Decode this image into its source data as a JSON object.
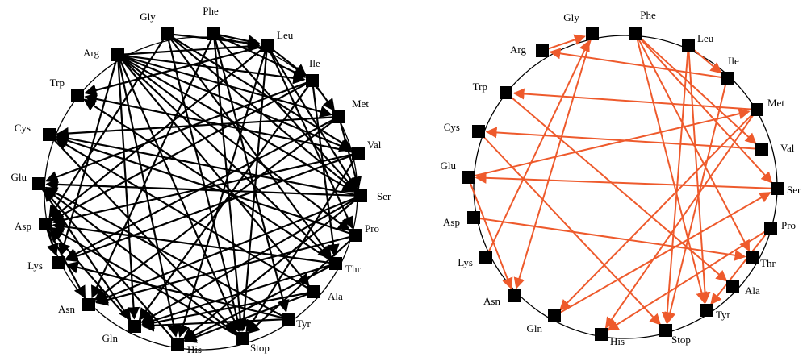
{
  "colors": {
    "left_edges": "#000000",
    "right_edges": "#ee5a2c",
    "nodes": "#000000",
    "background": "#ffffff"
  },
  "networks": [
    {
      "id": "left",
      "edge_color": "#000000",
      "nodes": [
        "Gly",
        "Phe",
        "Leu",
        "Ile",
        "Met",
        "Val",
        "Ser",
        "Pro",
        "Thr",
        "Ala",
        "Tyr",
        "Stop",
        "His",
        "Gln",
        "Asn",
        "Lys",
        "Asp",
        "Glu",
        "Cys",
        "Trp",
        "Arg"
      ],
      "edges": [
        [
          "Arg",
          "Leu"
        ],
        [
          "Arg",
          "Ile"
        ],
        [
          "Arg",
          "Met"
        ],
        [
          "Arg",
          "Val"
        ],
        [
          "Arg",
          "Ser"
        ],
        [
          "Arg",
          "Pro"
        ],
        [
          "Arg",
          "Thr"
        ],
        [
          "Arg",
          "Ala"
        ],
        [
          "Arg",
          "Stop"
        ],
        [
          "Arg",
          "His"
        ],
        [
          "Arg",
          "Gln"
        ],
        [
          "Arg",
          "Lys"
        ],
        [
          "Gly",
          "Leu"
        ],
        [
          "Gly",
          "Val"
        ],
        [
          "Gly",
          "Ser"
        ],
        [
          "Gly",
          "Thr"
        ],
        [
          "Gly",
          "Stop"
        ],
        [
          "Gly",
          "Asp"
        ],
        [
          "Phe",
          "Leu"
        ],
        [
          "Phe",
          "Ile"
        ],
        [
          "Phe",
          "Ser"
        ],
        [
          "Phe",
          "Tyr"
        ],
        [
          "Phe",
          "Stop"
        ],
        [
          "Phe",
          "Asn"
        ],
        [
          "Leu",
          "Ile"
        ],
        [
          "Leu",
          "Ser"
        ],
        [
          "Leu",
          "Pro"
        ],
        [
          "Leu",
          "Stop"
        ],
        [
          "Leu",
          "His"
        ],
        [
          "Leu",
          "Trp"
        ],
        [
          "Leu",
          "Asp"
        ],
        [
          "Ile",
          "Met"
        ],
        [
          "Ile",
          "Gln"
        ],
        [
          "Ile",
          "Asp"
        ],
        [
          "Ile",
          "Glu"
        ],
        [
          "Ile",
          "Thr"
        ],
        [
          "Met",
          "Ser"
        ],
        [
          "Met",
          "Asn"
        ],
        [
          "Met",
          "Cys"
        ],
        [
          "Met",
          "Lys"
        ],
        [
          "Val",
          "Trp"
        ],
        [
          "Val",
          "Asp"
        ],
        [
          "Val",
          "Lys"
        ],
        [
          "Val",
          "Stop"
        ],
        [
          "Ser",
          "Glu"
        ],
        [
          "Ser",
          "Cys"
        ],
        [
          "Ser",
          "Gln"
        ],
        [
          "Ser",
          "His"
        ],
        [
          "Ser",
          "Asn"
        ],
        [
          "Pro",
          "Cys"
        ],
        [
          "Pro",
          "Asn"
        ],
        [
          "Pro",
          "Stop"
        ],
        [
          "Thr",
          "Trp"
        ],
        [
          "Thr",
          "Gln"
        ],
        [
          "Thr",
          "His"
        ],
        [
          "Thr",
          "Asp"
        ],
        [
          "Ala",
          "Gln"
        ],
        [
          "Ala",
          "His"
        ],
        [
          "Ala",
          "Cys"
        ],
        [
          "Tyr",
          "Lys"
        ],
        [
          "Tyr",
          "Gln"
        ],
        [
          "Tyr",
          "Glu"
        ],
        [
          "Stop",
          "Asp"
        ],
        [
          "Stop",
          "Glu"
        ],
        [
          "His",
          "Glu"
        ],
        [
          "Gln",
          "Asp"
        ],
        [
          "Asp",
          "Asn"
        ],
        [
          "Asp",
          "Lys"
        ],
        [
          "Glu",
          "Gln"
        ],
        [
          "Cys",
          "Stop"
        ]
      ]
    },
    {
      "id": "right",
      "edge_color": "#ee5a2c",
      "nodes": [
        "Gly",
        "Phe",
        "Leu",
        "Ile",
        "Met",
        "Val",
        "Ser",
        "Pro",
        "Thr",
        "Ala",
        "Tyr",
        "Stop",
        "His",
        "Gln",
        "Asn",
        "Lys",
        "Asp",
        "Glu",
        "Cys",
        "Trp",
        "Arg"
      ],
      "edges": [
        [
          "Arg",
          "Gly"
        ],
        [
          "Gly",
          "Asn"
        ],
        [
          "Phe",
          "Val"
        ],
        [
          "Phe",
          "Ser"
        ],
        [
          "Phe",
          "Tyr"
        ],
        [
          "Phe",
          "Thr"
        ],
        [
          "Leu",
          "Ile"
        ],
        [
          "Leu",
          "Stop"
        ],
        [
          "Leu",
          "Tyr"
        ],
        [
          "Ile",
          "Arg"
        ],
        [
          "Met",
          "Gln"
        ],
        [
          "Met",
          "His"
        ],
        [
          "Met",
          "Trp"
        ],
        [
          "Val",
          "Cys"
        ],
        [
          "Ser",
          "Glu"
        ],
        [
          "Pro",
          "His"
        ],
        [
          "Pro",
          "Tyr"
        ],
        [
          "Glu",
          "Asn"
        ],
        [
          "Cys",
          "Stop"
        ],
        [
          "Asp",
          "Thr"
        ],
        [
          "Lys",
          "Gly"
        ],
        [
          "Trp",
          "Ala"
        ],
        [
          "Ile",
          "Stop"
        ],
        [
          "Gln",
          "Ser"
        ],
        [
          "Glu",
          "Met"
        ]
      ]
    }
  ]
}
